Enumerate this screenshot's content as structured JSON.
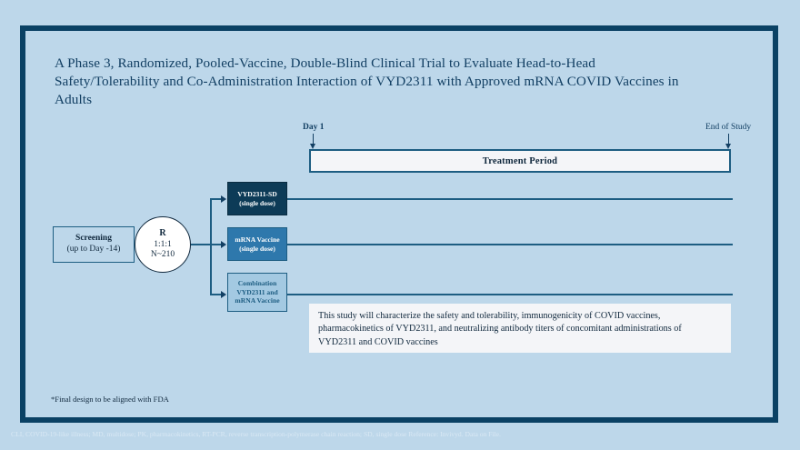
{
  "slide": {
    "title": "A Phase 3, Randomized, Pooled-Vaccine, Double-Blind Clinical Trial to Evaluate Head-to-Head Safety/Tolerability and Co-Administration Interaction of VYD2311 with Approved mRNA COVID Vaccines in Adults",
    "background_color": "#bdd7ea",
    "frame_color": "#0a4164"
  },
  "timeline": {
    "start_label": "Day 1",
    "end_label": "End of Study",
    "period_label": "Treatment Period",
    "period_fill": "#f4f5f8",
    "period_border": "#1d5d82"
  },
  "screening": {
    "title": "Screening",
    "subtitle": "(up to Day -14)"
  },
  "randomization": {
    "symbol": "R",
    "ratio": "1:1:1",
    "sample_size": "N~210"
  },
  "arms": [
    {
      "name": "VYD2311-SD",
      "detail": "(single dose)",
      "fill": "#0d3b57",
      "text_color": "#ffffff"
    },
    {
      "name": "mRNA Vaccine",
      "detail": "(single dose)",
      "fill": "#2e78ac",
      "text_color": "#ffffff"
    },
    {
      "name": "Combination",
      "detail": "VYD2311 and",
      "detail2": "mRNA Vaccine",
      "fill": "#a3c9e2",
      "text_color": "#1d5d82"
    }
  ],
  "description": {
    "text": "This study will characterize the safety and tolerability, immunogenicity of COVID vaccines, pharmacokinetics of VYD2311, and neutralizing antibody titers of concomitant administrations of VYD2311 and COVID vaccines"
  },
  "footnote": {
    "text": "*Final design to be aligned with FDA"
  },
  "abbreviations": {
    "text": "CLI, COVID-19-like illness; MD, multidose; PK, pharmacokinetics, RT-PCR, reverse transcription-polymerase chain reaction; SD, single dose Reference: Invivyd. Data on File."
  }
}
